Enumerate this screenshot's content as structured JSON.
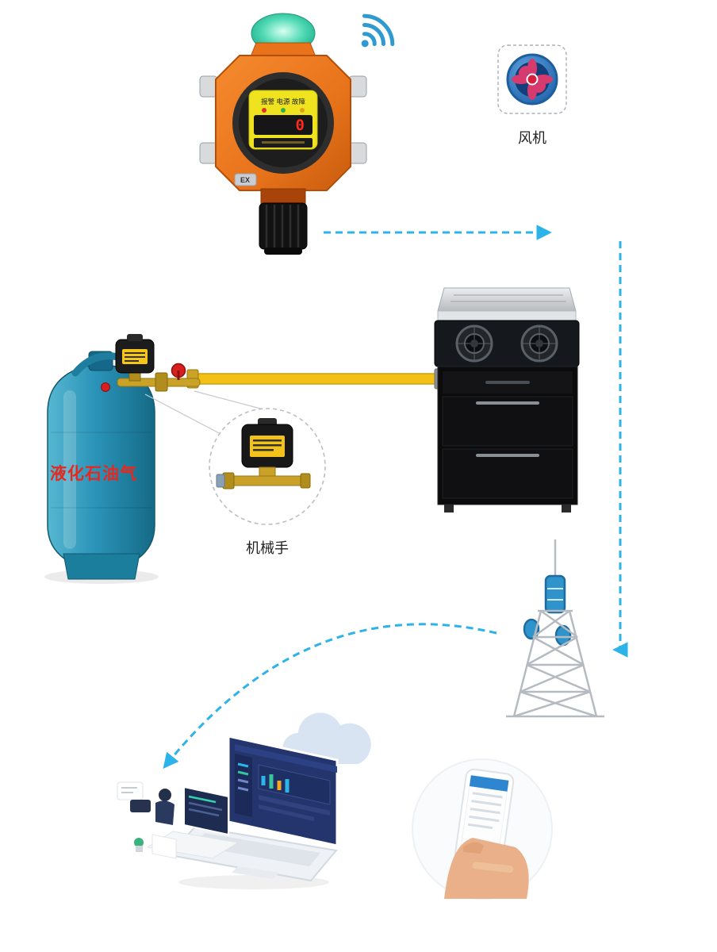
{
  "diagram": {
    "fan_label": "风机",
    "cylinder_label": "液化石油气",
    "valve_label": "机械手",
    "detector": {
      "indicator_text": "报警 电源 故障",
      "display_value": "0",
      "ex_mark": "EX"
    }
  },
  "icons": {
    "wifi": "wifi-signal",
    "fan": "axial-fan",
    "tower": "signal-tower",
    "cloud": "cloud"
  },
  "colors": {
    "arrow_blue": "#2bb3ea",
    "pipe_yellow": "#f3c017",
    "cylinder_teal": "#2a93b8",
    "detector_orange": "#e8731a"
  }
}
